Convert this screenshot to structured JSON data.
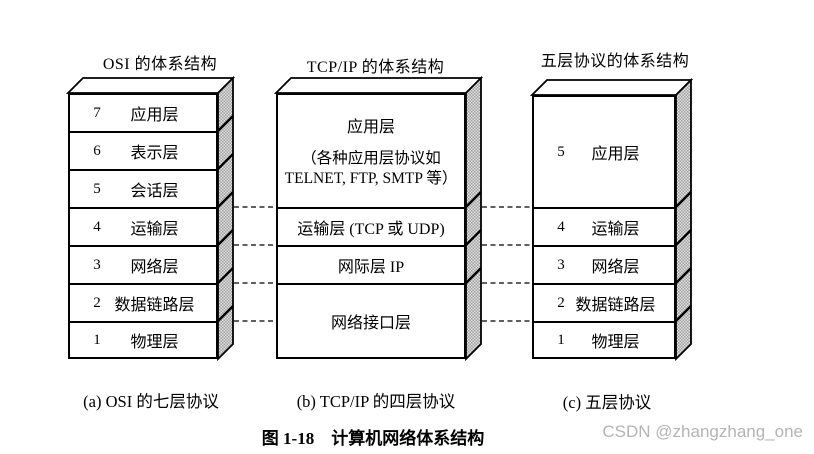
{
  "titles": {
    "osi": "OSI 的体系结构",
    "tcpip": "TCP/IP 的体系结构",
    "five": "五层协议的体系结构"
  },
  "osi_layers": [
    {
      "num": "7",
      "label": "应用层"
    },
    {
      "num": "6",
      "label": "表示层"
    },
    {
      "num": "5",
      "label": "会话层"
    },
    {
      "num": "4",
      "label": "运输层"
    },
    {
      "num": "3",
      "label": "网络层"
    },
    {
      "num": "2",
      "label": "数据链路层"
    },
    {
      "num": "1",
      "label": "物理层"
    }
  ],
  "tcpip_layers": {
    "application": {
      "label": "应用层",
      "note_line1": "（各种应用层协议如",
      "note_line2": "TELNET, FTP, SMTP 等）"
    },
    "transport": "运输层 (TCP 或 UDP)",
    "internet": "网际层 IP",
    "network_interface": "网络接口层"
  },
  "five_layers": [
    {
      "num": "5",
      "label": "应用层"
    },
    {
      "num": "4",
      "label": "运输层"
    },
    {
      "num": "3",
      "label": "网络层"
    },
    {
      "num": "2",
      "label": "数据链路层"
    },
    {
      "num": "1",
      "label": "物理层"
    }
  ],
  "captions": {
    "a": "(a) OSI 的七层协议",
    "b": "(b) TCP/IP 的四层协议",
    "c": "(c) 五层协议",
    "figure": "图 1-18　计算机网络体系结构"
  },
  "watermark": "CSDN @zhangzhang_one",
  "colors": {
    "line": "#000000",
    "side_hatch": "#a0a0a0",
    "watermark": "#b4b4b4"
  }
}
